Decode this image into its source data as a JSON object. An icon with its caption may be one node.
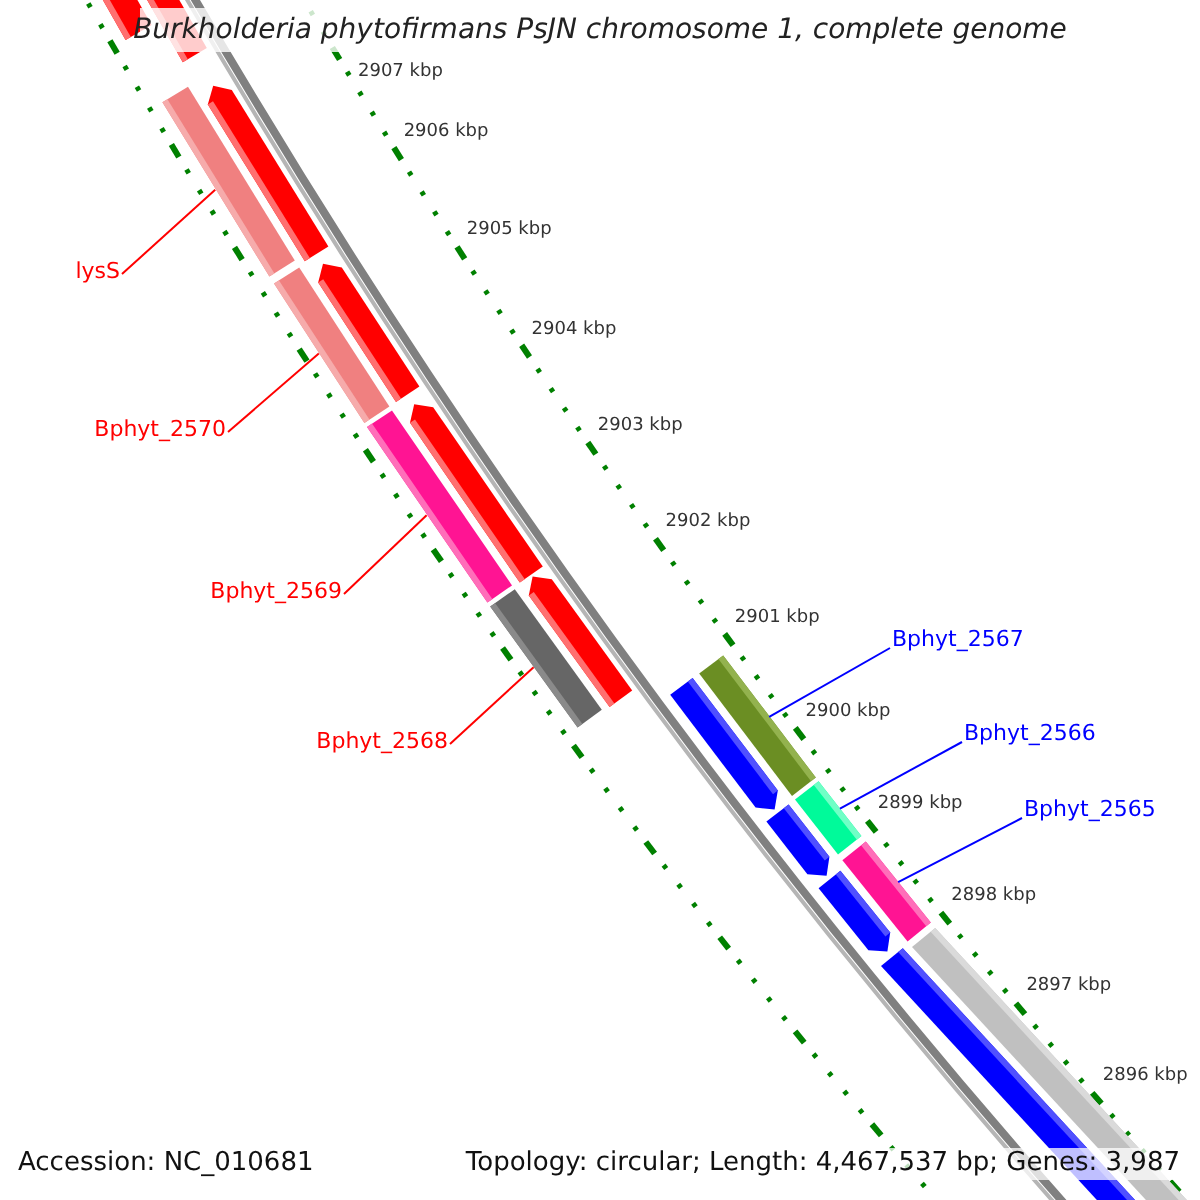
{
  "diagram": {
    "title": "Burkholderia phytofirmans PsJN chromosome 1, complete genome",
    "nodes": [
      {
        "text": [
          "lysS"
        ]
      },
      {
        "text": [],
        "shape": "bar"
      },
      {
        "text": [
          "Bphyt_2570"
        ]
      },
      {
        "text": [],
        "shape": "bar"
      },
      {
        "text": [
          "Bphyt_2569"
        ]
      },
      {
        "text": [],
        "shape": "bar"
      },
      {
        "text": [
          "Bphyt_2568"
        ]
      },
      {
        "text": [],
        "shape": "bar"
      },
      {
        "text": [
          "Bphyt_2567"
        ]
      },
      {
        "text": [],
        "shape": "bar"
      },
      {
        "text": [
          "Bphyt_2566"
        ]
      },
      {
        "text": [],
        "shape": "bar"
      },
      {
        "text": [
          "Bphyt_2565"
        ]
      },
      {
        "text": [],
        "shape": "bar"
      }
    ],
    "edges": [
      {
        "from": 0,
        "to": 1,
        "arrow": "none"
      },
      {
        "from": 2,
        "to": 3,
        "arrow": "none"
      },
      {
        "from": 4,
        "to": 5,
        "arrow": "none"
      },
      {
        "from": 6,
        "to": 7,
        "arrow": "none"
      },
      {
        "from": 8,
        "to": 9,
        "arrow": "none",
        "color": "#0000ff"
      },
      {
        "from": 10,
        "to": 11,
        "arrow": "none",
        "color": "#0000ff"
      },
      {
        "from": 12,
        "to": 13,
        "arrow": "none",
        "color": "#0000ff"
      }
    ],
    "labels": [
      "2907 kbp",
      "2906 kbp",
      "2905 kbp",
      "2904 kbp",
      "2903 kbp",
      "2902 kbp",
      "2901 kbp",
      "2900 kbp",
      "2899 kbp",
      "2898 kbp",
      "2897 kbp",
      "2896 kbp",
      "Accession: NC_010681",
      "Topology: circular; Length: 4,467,537 bp; Genes: 3,987"
    ]
  }
}
